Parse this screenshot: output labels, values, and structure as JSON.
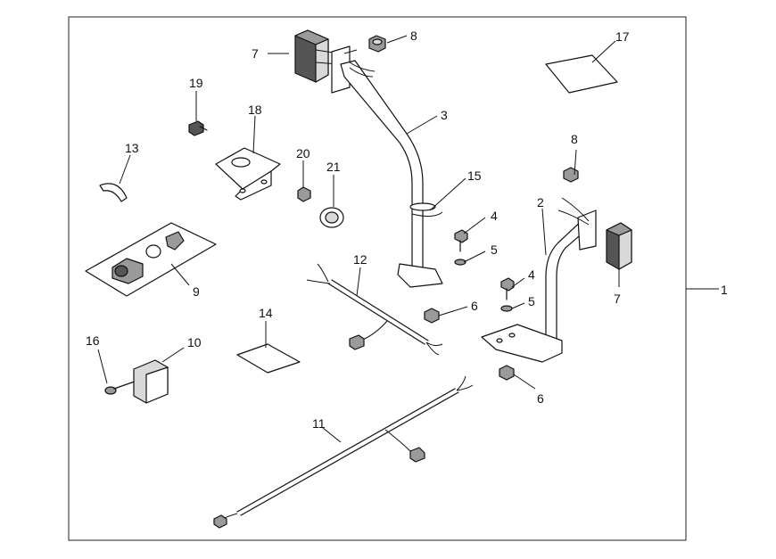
{
  "diagram": {
    "callouts": {
      "c1": "1",
      "c2": "2",
      "c3": "3",
      "c4a": "4",
      "c4b": "4",
      "c5a": "5",
      "c5b": "5",
      "c6a": "6",
      "c6b": "6",
      "c7a": "7",
      "c7b": "7",
      "c8a": "8",
      "c8b": "8",
      "c9": "9",
      "c10": "10",
      "c11": "11",
      "c12": "12",
      "c13": "13",
      "c14": "14",
      "c15": "15",
      "c16": "16",
      "c17": "17",
      "c18": "18",
      "c19": "19",
      "c20": "20",
      "c21": "21"
    }
  }
}
